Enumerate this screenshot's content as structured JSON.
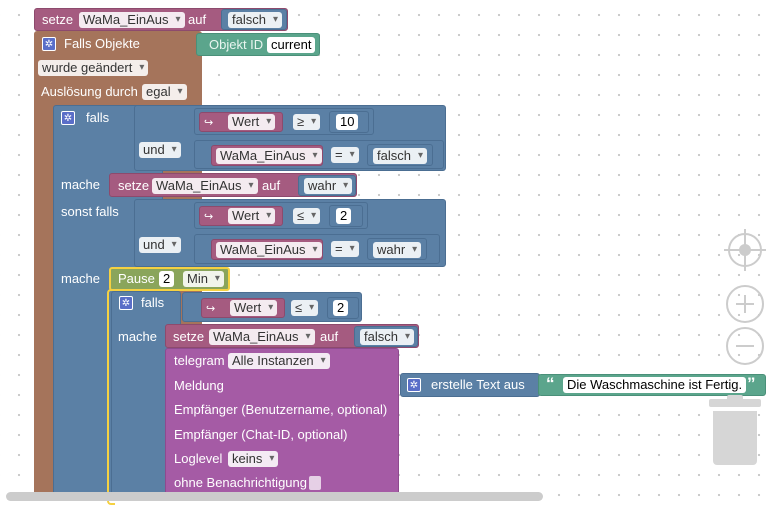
{
  "blocks": {
    "set_top": {
      "label": "setze",
      "var": "WaMa_EinAus",
      "to": "auf",
      "value": "falsch"
    },
    "trigger": {
      "label": "Falls Objekte",
      "id_label": "Objekt ID",
      "id_value": "current",
      "mode": "wurde geändert",
      "trigger_label": "Auslösung durch",
      "trigger_value": "egal"
    },
    "if1": {
      "if_label": "falls",
      "help": "?",
      "cond1": {
        "var": "Wert",
        "op": "≥",
        "num": "10"
      },
      "and_label": "und",
      "cond2": {
        "var": "WaMa_EinAus",
        "op": "=",
        "val": "falsch"
      },
      "do_label": "mache",
      "do_set": {
        "label": "setze",
        "var": "WaMa_EinAus",
        "to": "auf",
        "value": "wahr"
      },
      "elseif_label": "sonst falls",
      "cond3": {
        "var": "Wert",
        "op": "≤",
        "num": "2"
      },
      "cond4": {
        "var": "WaMa_EinAus",
        "op": "=",
        "val": "wahr"
      },
      "do2_label": "mache"
    },
    "pause": {
      "label": "Pause",
      "num": "2",
      "unit": "Min"
    },
    "if2": {
      "if_label": "falls",
      "cond": {
        "var": "Wert",
        "op": "≤",
        "num": "2"
      },
      "do_label": "mache",
      "set": {
        "label": "setze",
        "var": "WaMa_EinAus",
        "to": "auf",
        "value": "falsch"
      }
    },
    "telegram": {
      "label": "telegram",
      "instance": "Alle Instanzen",
      "msg_label": "Meldung",
      "recv_label": "Empfänger (Benutzername, optional)",
      "chat_label": "Empfänger (Chat-ID, optional)",
      "log_label": "Loglevel",
      "log_value": "keins",
      "silent_label": "ohne Benachrichtigung"
    },
    "text": {
      "label": "erstelle Text aus",
      "open_quote": "“",
      "value": "Die Waschmaschine ist Fertig.",
      "close_quote": "”"
    }
  },
  "icons": {
    "gear": "gear-icon",
    "help": "help-icon",
    "trash": "trash-icon",
    "center": "recenter-icon",
    "zoom_in": "zoom-in-icon",
    "zoom_out": "zoom-out-icon"
  },
  "colors": {
    "variables": "#a55b80",
    "trigger": "#a5745b",
    "logic": "#5b80a5",
    "timeouts": "#8aa55b",
    "telegram": "#a55ba5",
    "text": "#5ba58c"
  }
}
